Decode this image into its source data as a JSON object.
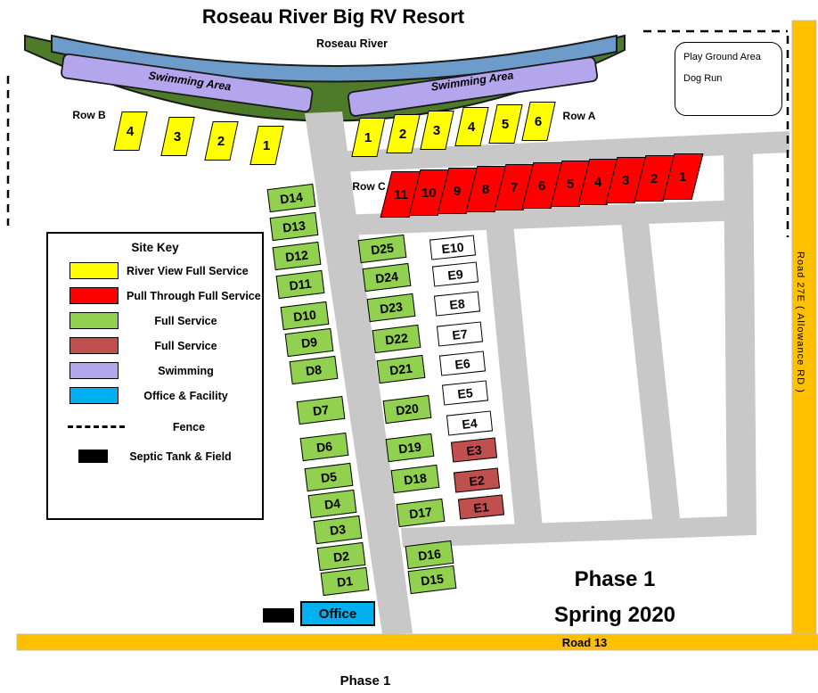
{
  "title": "Roseau River Big RV Resort",
  "river": {
    "label": "Roseau River"
  },
  "swimming": {
    "left_label": "Swimming Area",
    "right_label": "Swimming Area"
  },
  "rows": {
    "row_b": "Row B",
    "row_a": "Row A",
    "row_c": "Row C"
  },
  "playground": {
    "line1": "Play Ground Area",
    "line2": "Dog Run"
  },
  "legend": {
    "title": "Site Key",
    "items": [
      {
        "label": "River View Full Service",
        "color": "#FFFF00"
      },
      {
        "label": "Pull Through Full Service",
        "color": "#FF0000"
      },
      {
        "label": "Full Service",
        "color": "#92D050"
      },
      {
        "label": "Full Service",
        "color": "#C0504D"
      },
      {
        "label": "Swimming",
        "color": "#B3A6EC"
      },
      {
        "label": "Office & Facility",
        "color": "#00B0F0"
      },
      {
        "label": "Fence",
        "color": "#000000"
      },
      {
        "label": "Septic Tank & Field",
        "color": "#000000"
      }
    ]
  },
  "sites": {
    "row_b": [
      "4",
      "3",
      "2",
      "1"
    ],
    "row_a": [
      "1",
      "2",
      "3",
      "4",
      "5",
      "6"
    ],
    "row_c": [
      "11",
      "10",
      "9",
      "8",
      "7",
      "6",
      "5",
      "4",
      "3",
      "2",
      "1"
    ],
    "d_left": [
      "D14",
      "D13",
      "D12",
      "D11",
      "D10",
      "D9",
      "D8",
      "D7",
      "D6",
      "D5",
      "D4",
      "D3",
      "D2",
      "D1"
    ],
    "d_right": [
      "D25",
      "D24",
      "D23",
      "D22",
      "D21",
      "D20",
      "D19",
      "D18",
      "D17",
      "D16",
      "D15"
    ],
    "e_white": [
      "E10",
      "E9",
      "E8",
      "E7",
      "E6",
      "E5",
      "E4"
    ],
    "e_red": [
      "E3",
      "E2",
      "E1"
    ]
  },
  "office": {
    "label": "Office"
  },
  "roads": {
    "road13_label": "Road 13",
    "road27e_label": "Road 27E  ( Allowance RD )"
  },
  "phase": {
    "line1": "Phase 1",
    "line2": "Spring 2020",
    "footer": "Phase 1"
  },
  "colors": {
    "river": "#6D9CCB",
    "river_bank": "#4E7B29",
    "swimming": "#B3A6EC",
    "road": "#C8C8C8",
    "highway": "#FFC000",
    "site_river_view": "#FFFF00",
    "site_pull_through": "#FF0000",
    "site_full_service": "#92D050",
    "site_full_service_alt": "#C0504D",
    "office": "#00B0F0"
  }
}
